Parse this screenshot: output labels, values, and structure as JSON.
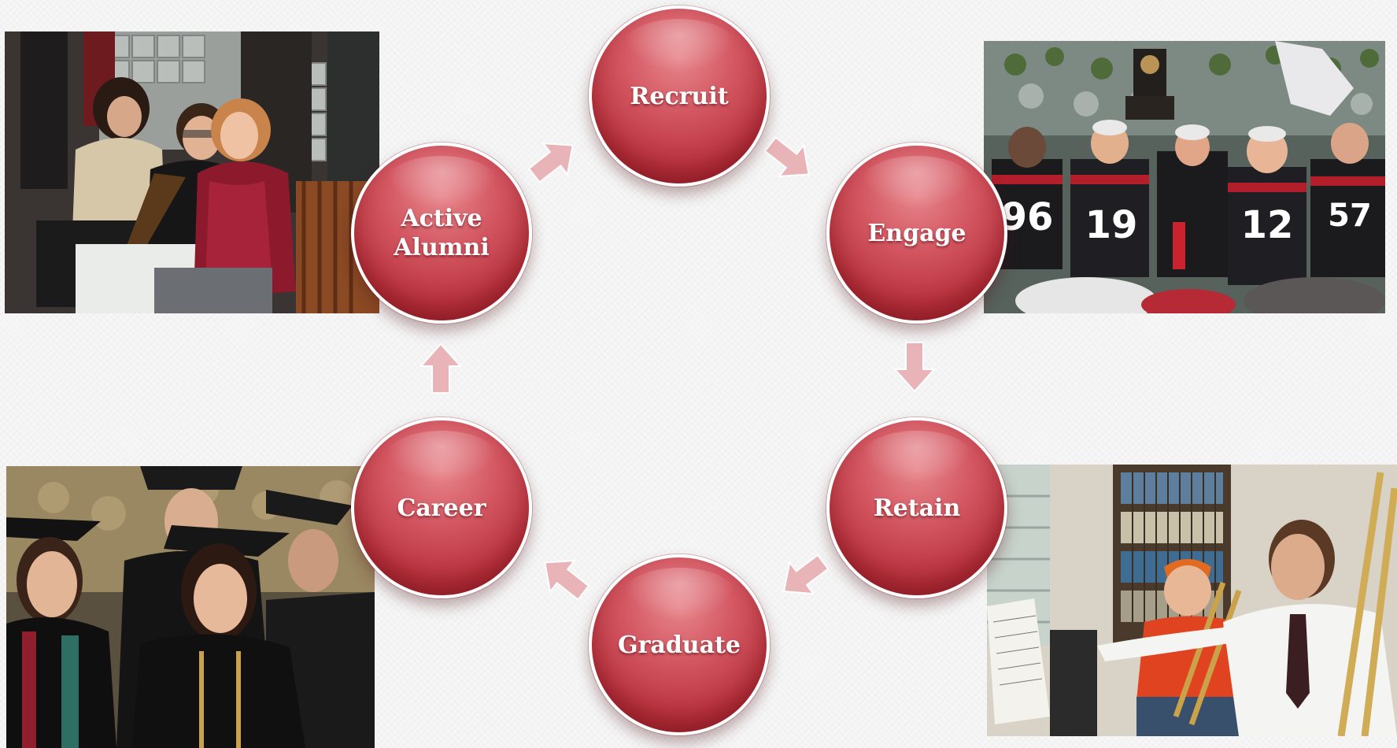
{
  "cycle": {
    "stages": [
      {
        "label": "Recruit"
      },
      {
        "label": "Engage"
      },
      {
        "label": "Retain"
      },
      {
        "label": "Graduate"
      },
      {
        "label": "Career"
      },
      {
        "label": "Active Alumni"
      }
    ],
    "colors": {
      "circle_fill": "#c43e4a",
      "circle_border": "#ffffff",
      "arrow_fill": "#e8b4b8",
      "label": "#ffffff"
    }
  },
  "photos": {
    "football": {
      "jersey_numbers": [
        "96",
        "19",
        "12",
        "57"
      ]
    }
  }
}
